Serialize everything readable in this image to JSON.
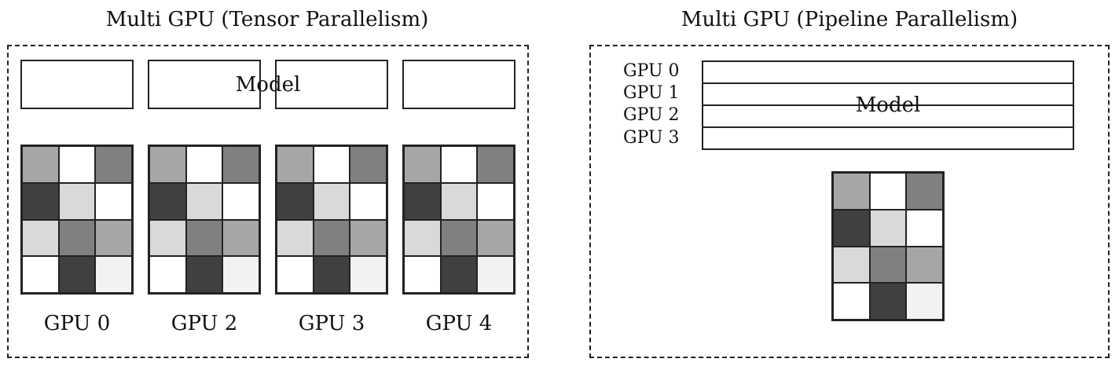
{
  "left": {
    "title": "Multi GPU (Tensor Parallelism)",
    "model_label": "Model",
    "gpus": [
      "GPU 0",
      "GPU 2",
      "GPU 3",
      "GPU 4"
    ]
  },
  "right": {
    "title": "Multi GPU (Pipeline Parallelism)",
    "model_label": "Model",
    "gpus": [
      "GPU 0",
      "GPU 1",
      "GPU 2",
      "GPU 3"
    ]
  },
  "weight_colors": [
    [
      "#a6a6a6",
      "#ffffff",
      "#808080"
    ],
    [
      "#404040",
      "#d9d9d9",
      "#ffffff"
    ],
    [
      "#d9d9d9",
      "#808080",
      "#a6a6a6"
    ],
    [
      "#ffffff",
      "#404040",
      "#f2f2f2"
    ]
  ]
}
